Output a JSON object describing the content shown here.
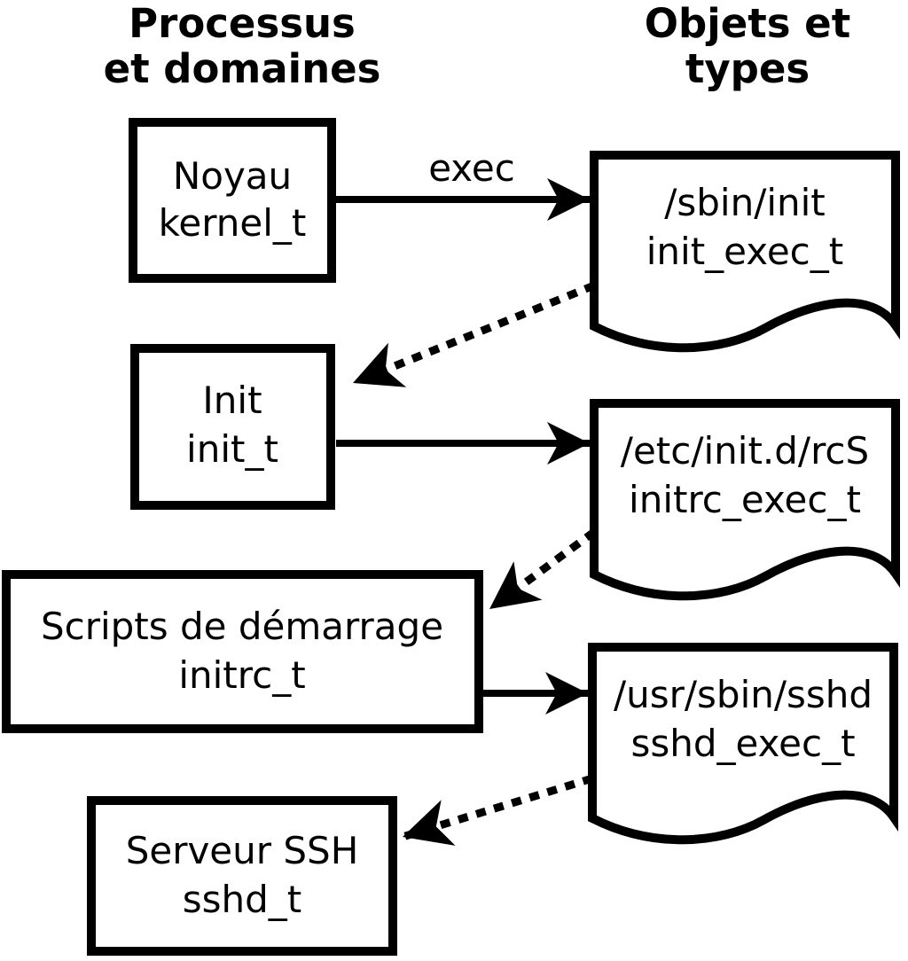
{
  "diagram": {
    "colors": {
      "foreground": "#000000",
      "background": "#ffffff"
    },
    "headers": {
      "left_line1": "Processus",
      "left_line2": "et domaines",
      "right_line1": "Objets et",
      "right_line2": "types"
    },
    "process_nodes": [
      {
        "name": "Noyau",
        "type": "kernel_t"
      },
      {
        "name": "Init",
        "type": "init_t"
      },
      {
        "name": "Scripts de démarrage",
        "type": "initrc_t"
      },
      {
        "name": "Serveur SSH",
        "type": "sshd_t"
      }
    ],
    "object_nodes": [
      {
        "path": "/sbin/init",
        "type": "init_exec_t"
      },
      {
        "path": "/etc/init.d/rcS",
        "type": "initrc_exec_t"
      },
      {
        "path": "/usr/sbin/sshd",
        "type": "sshd_exec_t"
      }
    ],
    "edges": [
      {
        "from": "kernel_t",
        "to": "init_exec_t",
        "style": "solid",
        "label": "exec"
      },
      {
        "from": "init_exec_t",
        "to": "init_t",
        "style": "dotted",
        "label": ""
      },
      {
        "from": "init_t",
        "to": "initrc_exec_t",
        "style": "solid",
        "label": ""
      },
      {
        "from": "initrc_exec_t",
        "to": "initrc_t",
        "style": "dotted",
        "label": ""
      },
      {
        "from": "initrc_t",
        "to": "sshd_exec_t",
        "style": "solid",
        "label": ""
      },
      {
        "from": "sshd_exec_t",
        "to": "sshd_t",
        "style": "dotted",
        "label": ""
      }
    ]
  }
}
